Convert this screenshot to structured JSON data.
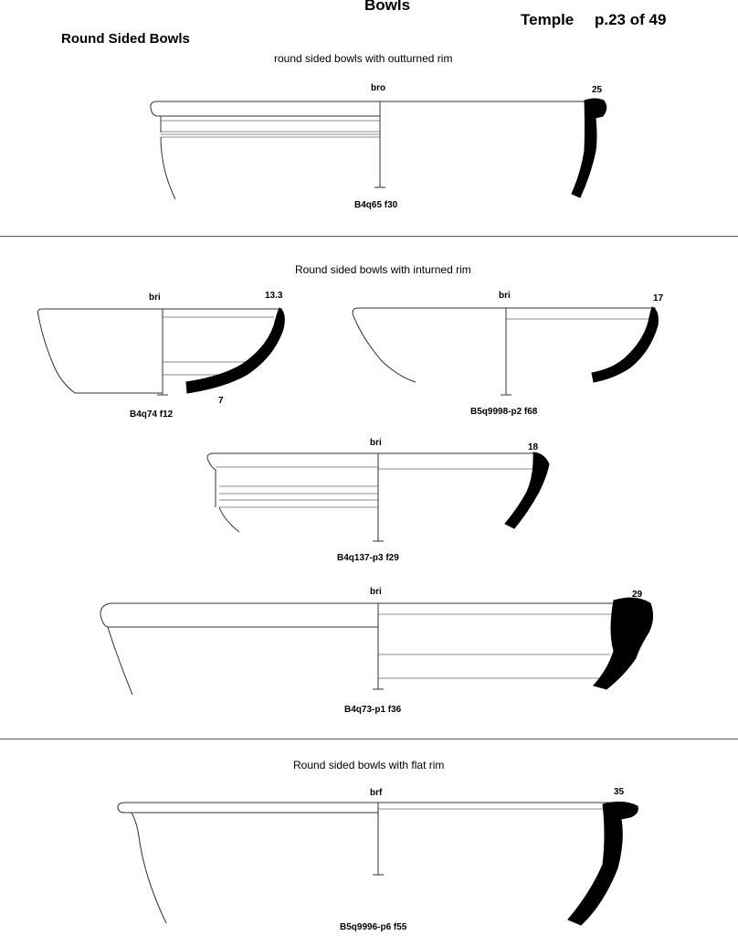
{
  "page": {
    "title": "Bowls",
    "site": "Temple",
    "page_ref": "p.23 of 49"
  },
  "section": {
    "title": "Round Sided Bowls"
  },
  "groups": [
    {
      "heading": "round sided bowls with outturned rim"
    },
    {
      "heading": "Round sided bowls with inturned rim"
    },
    {
      "heading": "Round sided bowls with flat rim"
    }
  ],
  "vessels": [
    {
      "code": "bro",
      "diameter": "25",
      "context": "B4q65 f30"
    },
    {
      "code": "bri",
      "diameter": "13.3",
      "base": "7",
      "context": "B4q74 f12"
    },
    {
      "code": "bri",
      "diameter": "17",
      "context": "B5q9998-p2 f68"
    },
    {
      "code": "bri",
      "diameter": "18",
      "context": "B4q137-p3 f29"
    },
    {
      "code": "bri",
      "diameter": "29",
      "context": "B4q73-p1 f36"
    },
    {
      "code": "brf",
      "diameter": "35",
      "context": "B5q9996-p6 f55"
    }
  ]
}
